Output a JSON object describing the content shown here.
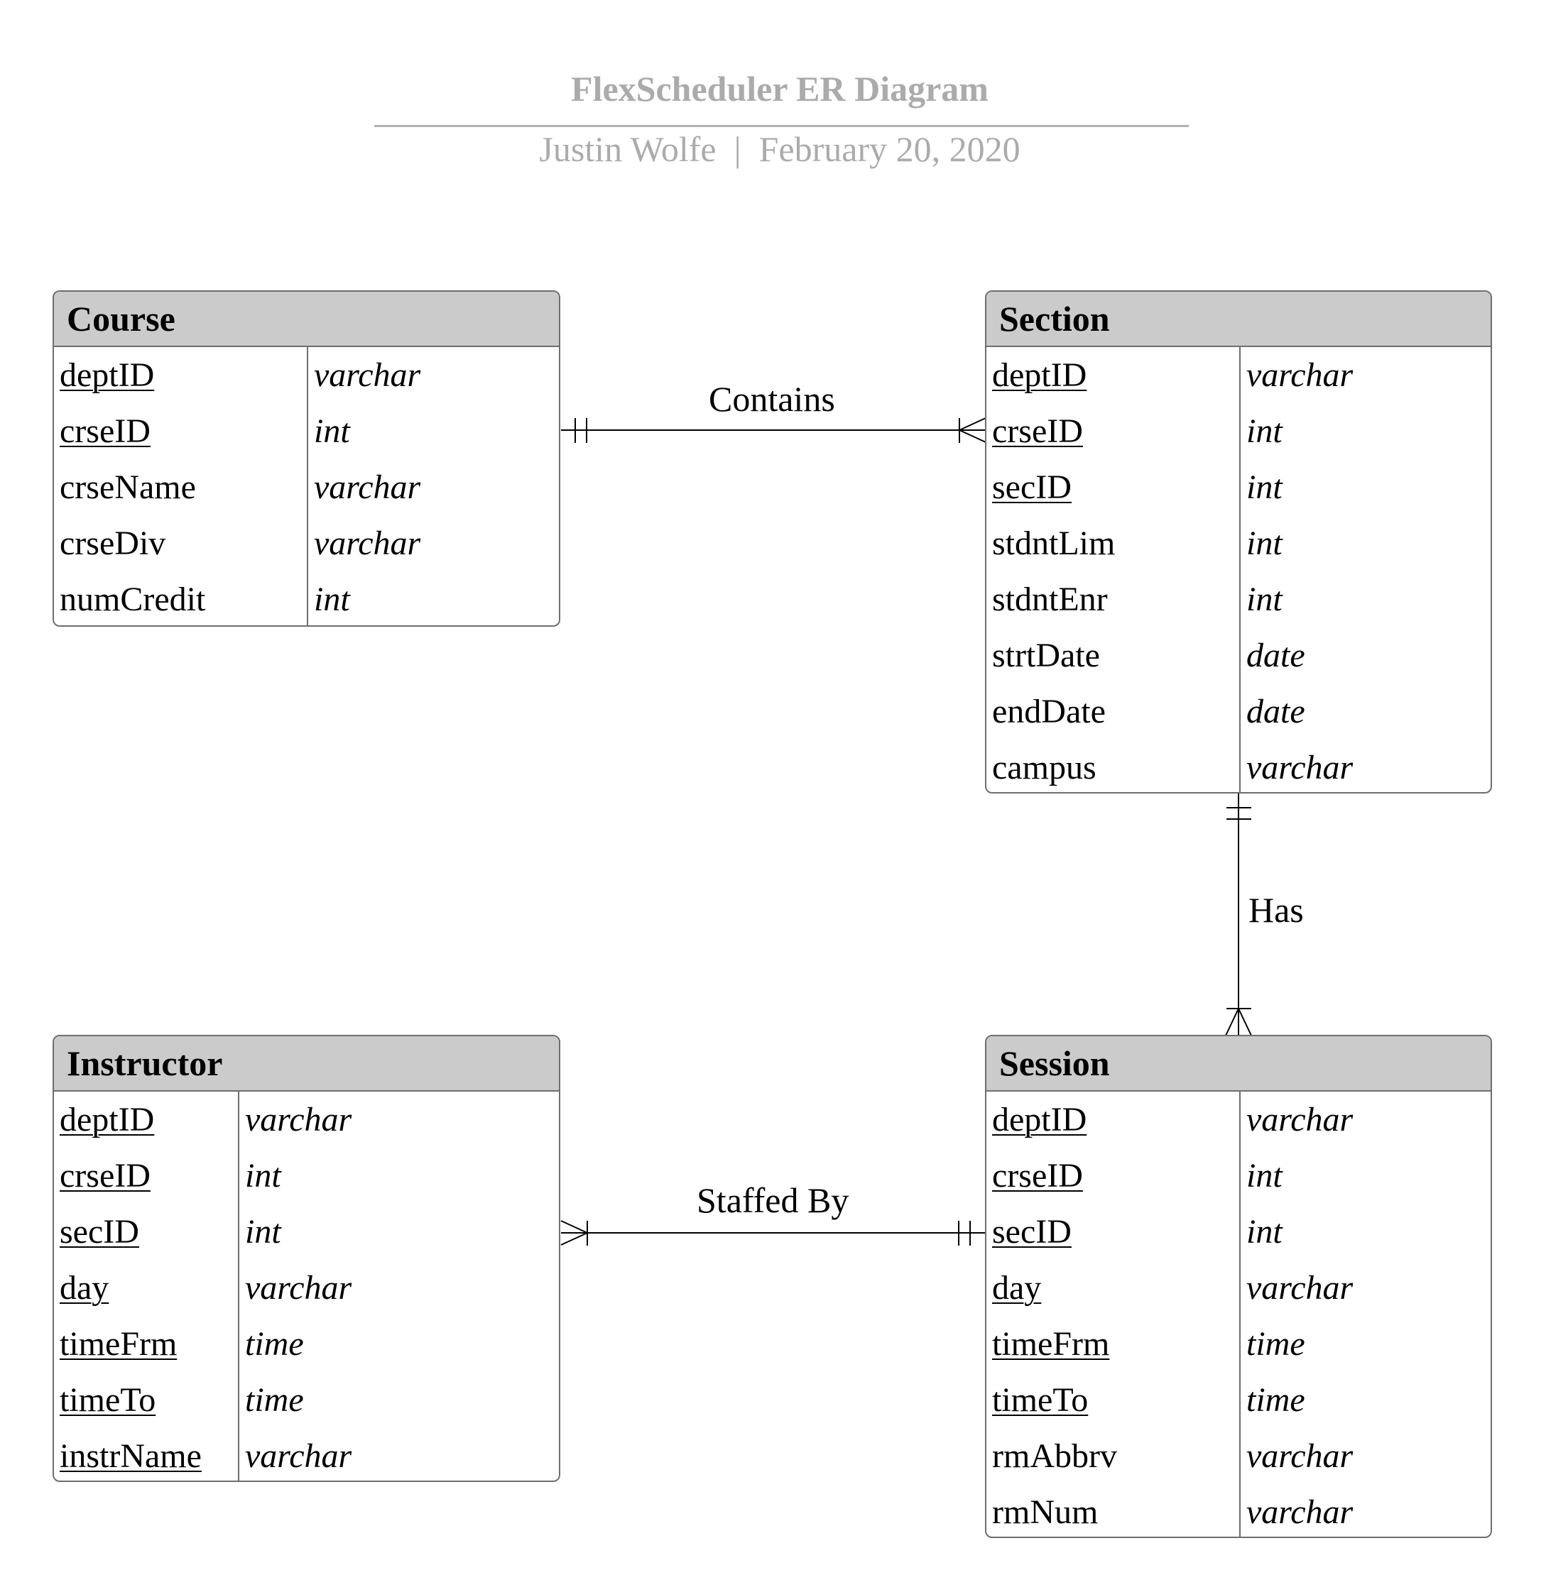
{
  "header": {
    "title": "FlexScheduler ER Diagram",
    "author": "Justin Wolfe",
    "separator": "|",
    "date": "February 20, 2020"
  },
  "entities": {
    "course": {
      "name": "Course",
      "attributes": [
        {
          "name": "deptID",
          "type": "varchar",
          "pk": true
        },
        {
          "name": "crseID",
          "type": "int",
          "pk": true
        },
        {
          "name": "crseName",
          "type": "varchar",
          "pk": false
        },
        {
          "name": "crseDiv",
          "type": "varchar",
          "pk": false
        },
        {
          "name": "numCredit",
          "type": "int",
          "pk": false
        }
      ]
    },
    "section": {
      "name": "Section",
      "attributes": [
        {
          "name": "deptID",
          "type": "varchar",
          "pk": true
        },
        {
          "name": "crseID",
          "type": "int",
          "pk": true
        },
        {
          "name": "secID",
          "type": "int",
          "pk": true
        },
        {
          "name": "stdntLim",
          "type": "int",
          "pk": false
        },
        {
          "name": "stdntEnr",
          "type": "int",
          "pk": false
        },
        {
          "name": "strtDate",
          "type": "date",
          "pk": false
        },
        {
          "name": "endDate",
          "type": "date",
          "pk": false
        },
        {
          "name": "campus",
          "type": "varchar",
          "pk": false
        }
      ]
    },
    "instructor": {
      "name": "Instructor",
      "attributes": [
        {
          "name": "deptID",
          "type": "varchar",
          "pk": true
        },
        {
          "name": "crseID",
          "type": "int",
          "pk": true
        },
        {
          "name": "secID",
          "type": "int",
          "pk": true
        },
        {
          "name": "day",
          "type": "varchar",
          "pk": true
        },
        {
          "name": "timeFrm",
          "type": "time",
          "pk": true
        },
        {
          "name": "timeTo",
          "type": "time",
          "pk": true
        },
        {
          "name": "instrName",
          "type": "varchar",
          "pk": true
        }
      ]
    },
    "session": {
      "name": "Session",
      "attributes": [
        {
          "name": "deptID",
          "type": "varchar",
          "pk": true
        },
        {
          "name": "crseID",
          "type": "int",
          "pk": true
        },
        {
          "name": "secID",
          "type": "int",
          "pk": true
        },
        {
          "name": "day",
          "type": "varchar",
          "pk": true
        },
        {
          "name": "timeFrm",
          "type": "time",
          "pk": true
        },
        {
          "name": "timeTo",
          "type": "time",
          "pk": true
        },
        {
          "name": "rmAbbrv",
          "type": "varchar",
          "pk": false
        },
        {
          "name": "rmNum",
          "type": "varchar",
          "pk": false
        }
      ]
    }
  },
  "relationships": {
    "contains": {
      "label": "Contains",
      "from_cardinality": "one-and-only-one",
      "to_cardinality": "one-or-many"
    },
    "has": {
      "label": "Has",
      "from_cardinality": "one-and-only-one",
      "to_cardinality": "one-or-many"
    },
    "staffed_by": {
      "label": "Staffed By",
      "from_cardinality": "one-or-many",
      "to_cardinality": "one-and-only-one"
    }
  },
  "colors": {
    "header_fill": "#cbcbcb",
    "border": "#6e6e6e",
    "title_text": "#ababab"
  }
}
